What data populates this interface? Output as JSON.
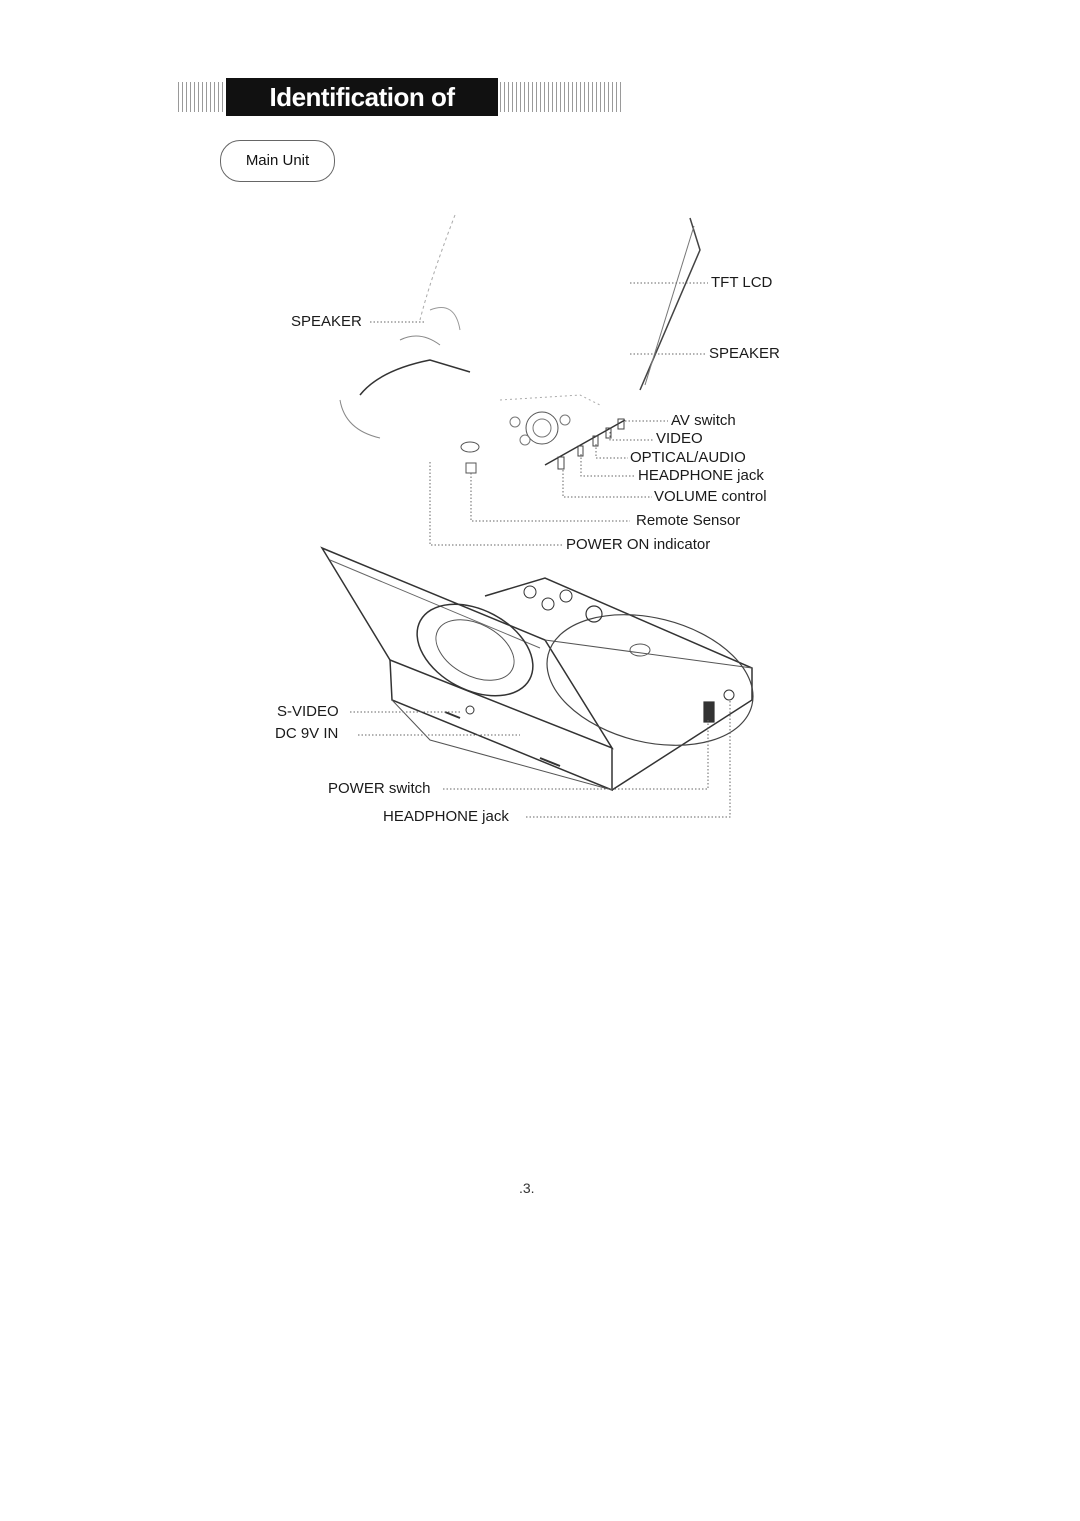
{
  "header": {
    "title": "Identification of Controls"
  },
  "section": {
    "label": "Main Unit"
  },
  "top_labels": {
    "tft_lcd": "TFT LCD",
    "speaker_left": "SPEAKER",
    "speaker_right": "SPEAKER",
    "av_switch": "AV switch",
    "video": "VIDEO",
    "optical_audio": "OPTICAL/AUDIO",
    "headphone_jack": "HEADPHONE jack",
    "volume_control": "VOLUME control",
    "remote_sensor": "Remote Sensor",
    "power_on_indicator": "POWER ON indicator"
  },
  "bottom_labels": {
    "s_video": "S-VIDEO",
    "dc_9v_in": "DC 9V IN",
    "power_switch": "POWER switch",
    "headphone_jack": "HEADPHONE jack"
  },
  "footer": {
    "page_number": ".3."
  }
}
